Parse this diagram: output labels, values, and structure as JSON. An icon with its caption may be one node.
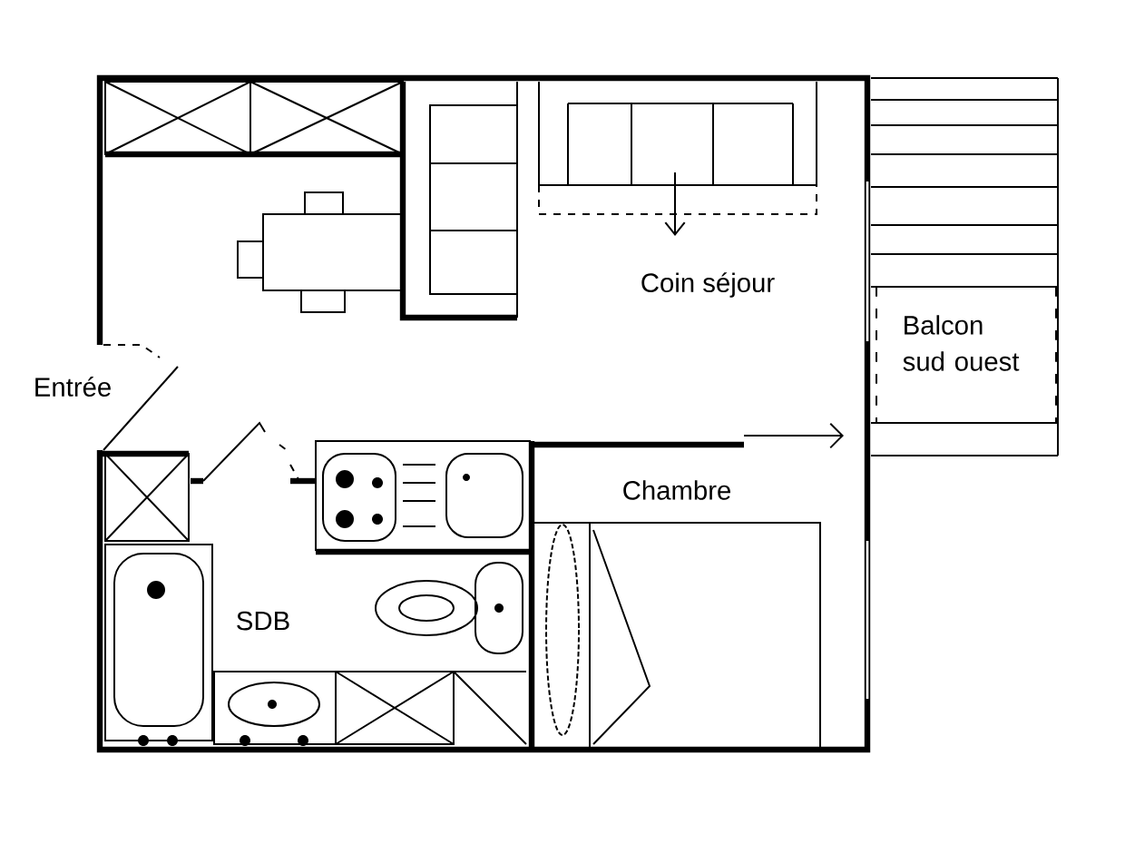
{
  "diagram": {
    "labels": [
      "Coin séjour",
      "Balcon sud ouest",
      "Entrée",
      "Chambre",
      "SDB"
    ]
  }
}
